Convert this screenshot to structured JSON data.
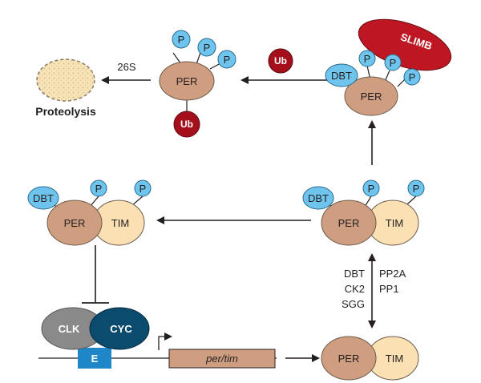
{
  "labels": {
    "per": "PER",
    "tim": "TIM",
    "dbt": "DBT",
    "p": "P",
    "ub": "Ub",
    "slimb": "SLIMB",
    "s26": "26S",
    "proteolysis": "Proteolysis",
    "clk": "CLK",
    "cyc": "CYC",
    "e_box": "E",
    "gene": "per/tim"
  },
  "kinases": {
    "left": [
      "DBT",
      "CK2",
      "SGG"
    ],
    "right": [
      "PP2A",
      "PP1"
    ]
  },
  "colors": {
    "per": "#cf9e80",
    "tim": "#fbe0b3",
    "phospho": "#6ec4ec",
    "ub": "#a50f1c",
    "slimb": "#be1622",
    "clk": "#8a8a8a",
    "cyc": "#0b4b6e",
    "e_box": "#1f86c8",
    "gene": "#cf9e80",
    "proteolysis": "#f6e3b7"
  }
}
